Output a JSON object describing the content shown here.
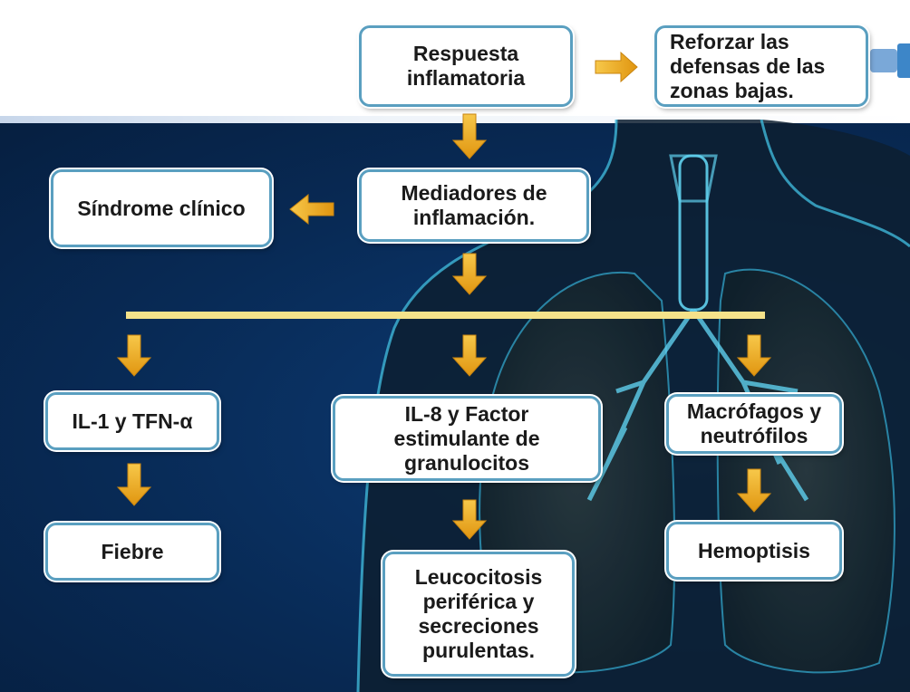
{
  "nodes": {
    "respuesta": "Respuesta inflamatoria",
    "reforzar": "Reforzar las defensas de las zonas bajas.",
    "mediadores": "Mediadores de inflamación.",
    "sindrome": "Síndrome clínico",
    "il1": "IL-1 y TFN-α",
    "fiebre": "Fiebre",
    "il8": "IL-8 y Factor estimulante de granulocitos",
    "leucocitosis": "Leucocitosis periférica y secreciones purulentas.",
    "macrofagos": "Macrófagos y neutrófilos",
    "hemoptisis": "Hemoptisis"
  },
  "colors": {
    "arrow": "#f0a818",
    "connector": "#f5e28a",
    "box_border": "#5a9fc0",
    "background": "#0a3264"
  },
  "background_image": "lungs-anatomy-illustration"
}
